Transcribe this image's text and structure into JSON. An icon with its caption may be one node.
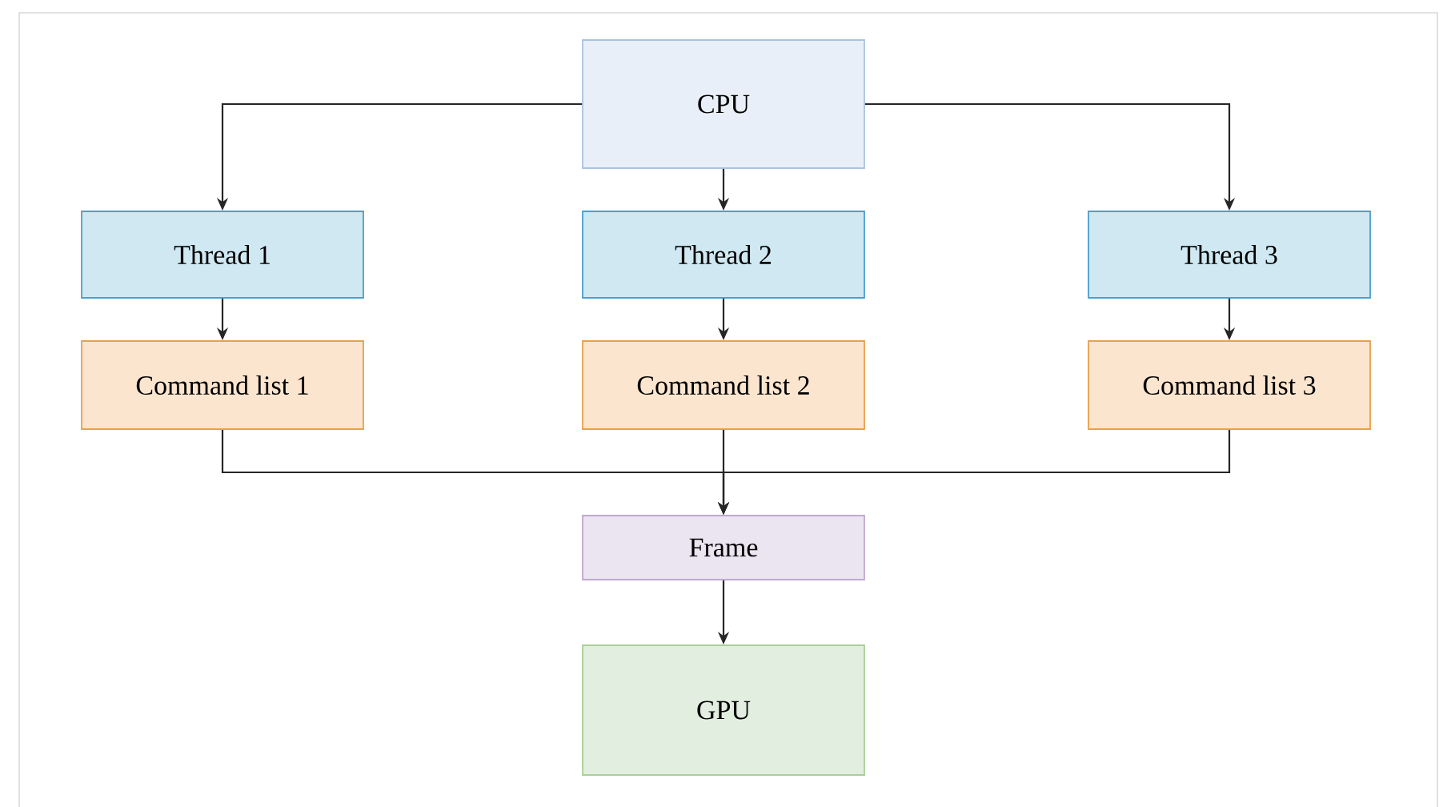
{
  "diagram": {
    "nodes": [
      {
        "text": [
          "CPU"
        ]
      },
      {
        "text": [
          "Thread 1"
        ]
      },
      {
        "text": [
          "Thread 2"
        ]
      },
      {
        "text": [
          "Thread 3"
        ]
      },
      {
        "text": [
          "Command list 1"
        ]
      },
      {
        "text": [
          "Command list 2"
        ]
      },
      {
        "text": [
          "Command list 3"
        ]
      },
      {
        "text": [
          "Frame"
        ]
      },
      {
        "text": [
          "GPU"
        ]
      }
    ],
    "edges": [
      {
        "from": 0,
        "to": 1,
        "arrow": "to"
      },
      {
        "from": 0,
        "to": 2,
        "arrow": "to"
      },
      {
        "from": 0,
        "to": 3,
        "arrow": "to"
      },
      {
        "from": 1,
        "to": 4,
        "arrow": "to"
      },
      {
        "from": 2,
        "to": 5,
        "arrow": "to"
      },
      {
        "from": 3,
        "to": 6,
        "arrow": "to"
      },
      {
        "from": 4,
        "to": 7,
        "arrow": "to"
      },
      {
        "from": 5,
        "to": 7,
        "arrow": "to"
      },
      {
        "from": 6,
        "to": 7,
        "arrow": "to"
      },
      {
        "from": 7,
        "to": 8,
        "arrow": "to"
      }
    ]
  }
}
